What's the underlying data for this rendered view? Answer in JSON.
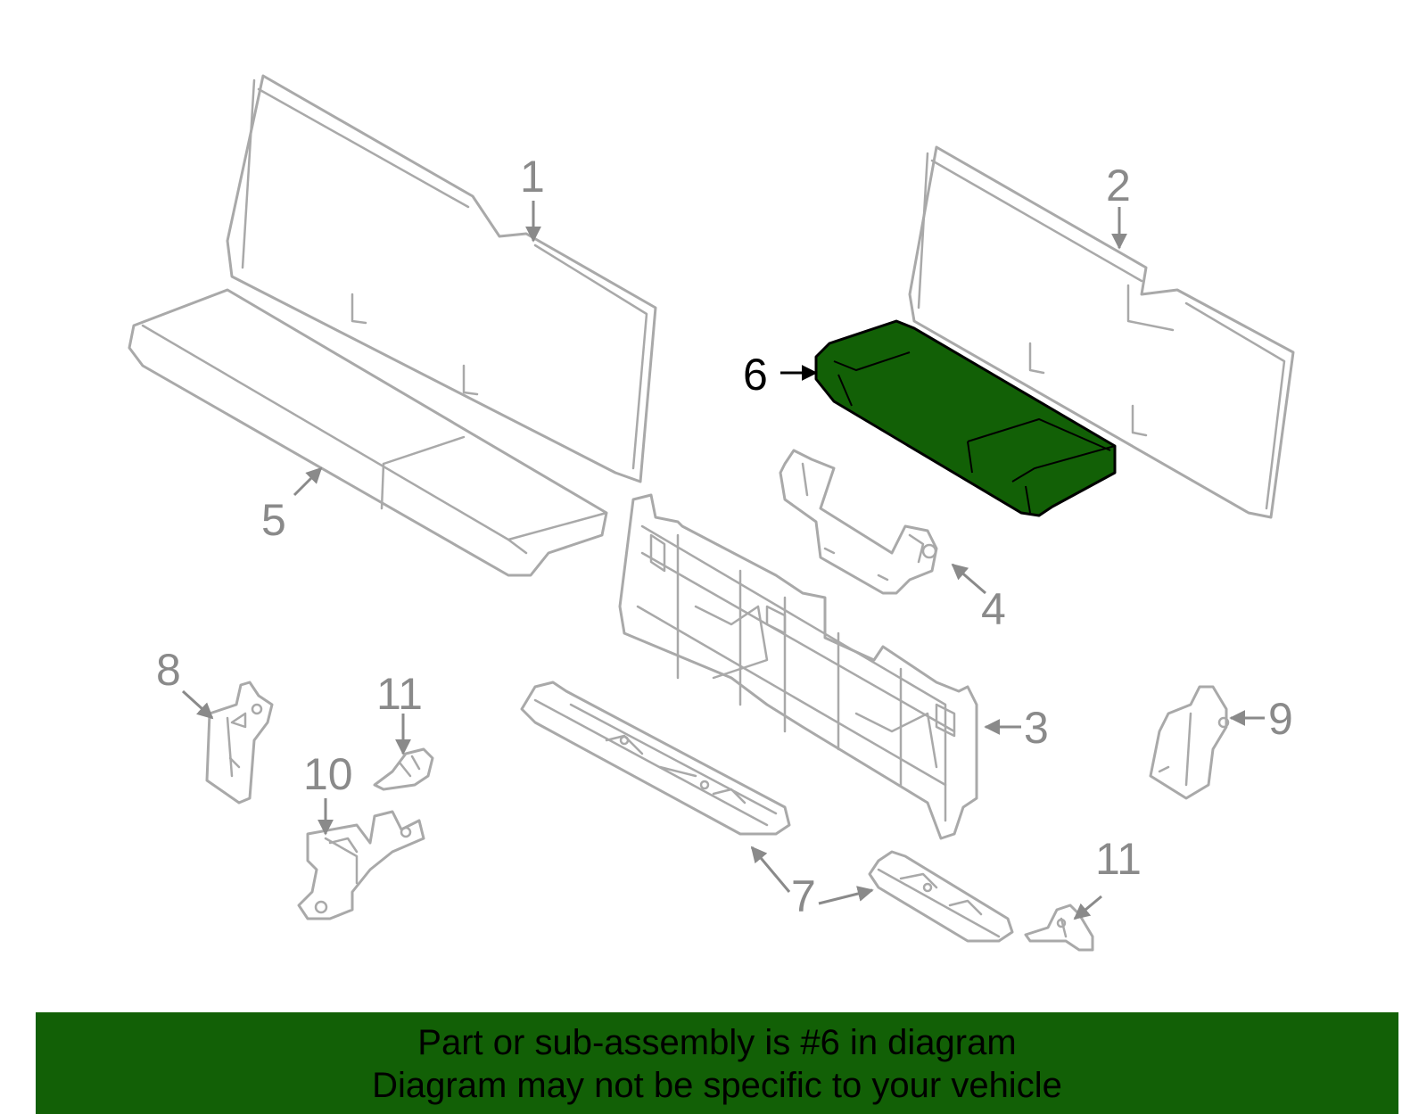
{
  "highlight_color": "#126006",
  "banner_color": "#126006",
  "callouts": {
    "c1": "1",
    "c2": "2",
    "c3": "3",
    "c4": "4",
    "c5": "5",
    "c6": "6",
    "c7": "7",
    "c7b": "7",
    "c8": "8",
    "c9": "9",
    "c10": "10",
    "c11a": "11",
    "c11b": "11"
  },
  "banner": {
    "line1": "Part or sub-assembly is #6 in diagram",
    "line2": "Diagram may not be specific to your vehicle"
  }
}
